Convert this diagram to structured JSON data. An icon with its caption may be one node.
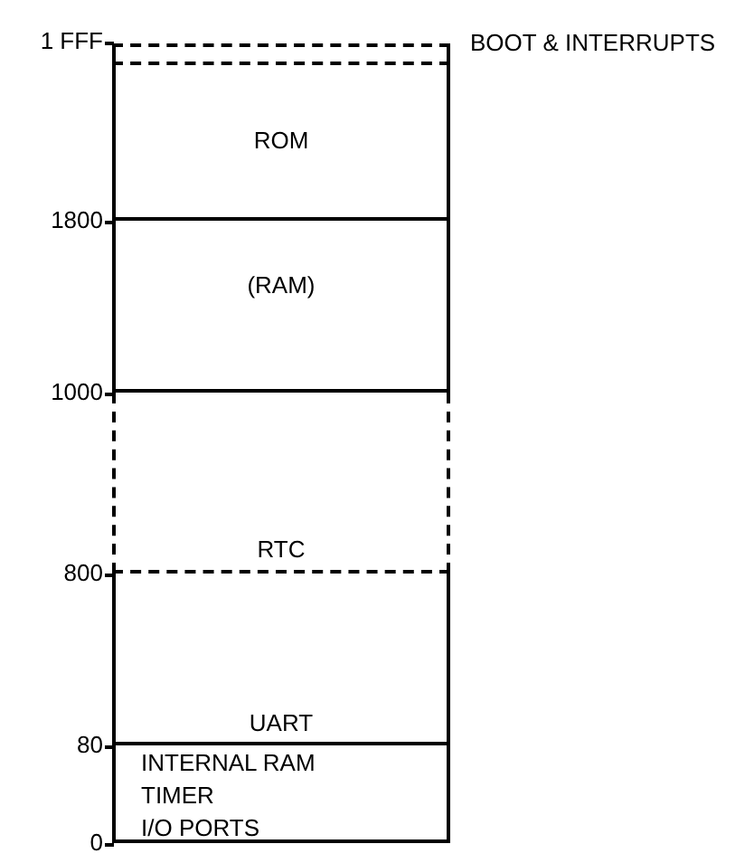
{
  "diagram": {
    "nodes": [
      {
        "text": [
          "BOOT & INTERRUPTS"
        ]
      },
      {
        "text": [
          "ROM"
        ]
      },
      {
        "text": [
          "(RAM)"
        ]
      },
      {
        "text": [
          "RTC"
        ]
      },
      {
        "text": [
          "UART"
        ]
      },
      {
        "text": [
          "INTERNAL RAM",
          "TIMER",
          "I/O PORTS"
        ]
      }
    ],
    "labels": [
      "1 FFF",
      "1800",
      "1000",
      "800",
      "80",
      "0"
    ]
  }
}
